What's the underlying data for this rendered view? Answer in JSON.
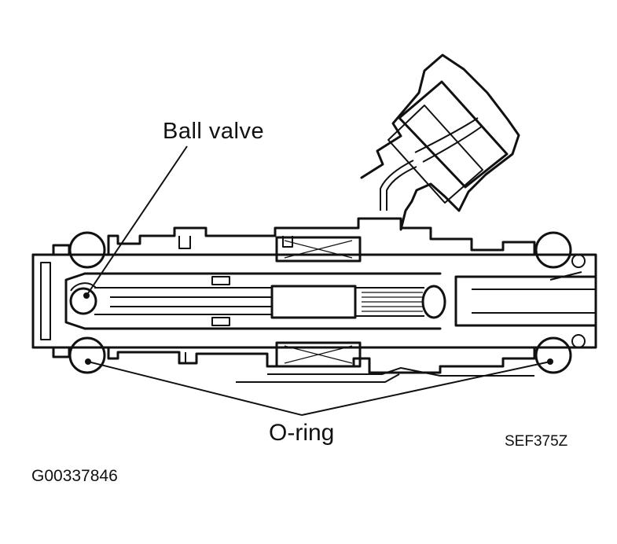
{
  "labels": {
    "ball_valve": "Ball valve",
    "o_ring": "O-ring",
    "figure_code": "SEF375Z",
    "image_id": "G00337846"
  },
  "colors": {
    "ink": "#111111",
    "background": "#ffffff"
  }
}
